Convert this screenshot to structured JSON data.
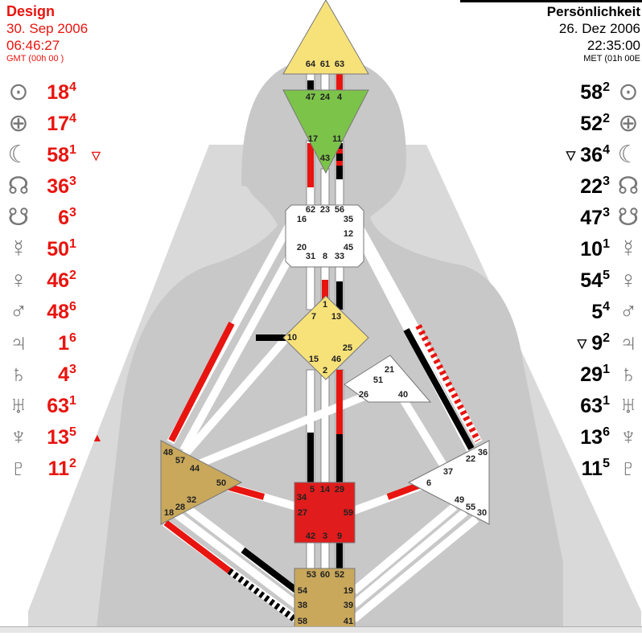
{
  "design": {
    "title": "Design",
    "date": "30. Sep 2006",
    "time": "06:46:27",
    "tz": "GMT (00h 00 )",
    "color": "#e8140f",
    "rows": [
      {
        "icon": "sun-icon",
        "glyph": "⊙",
        "gate": "18",
        "line": "4",
        "mark": ""
      },
      {
        "icon": "earth-icon",
        "glyph": "⊕",
        "gate": "17",
        "line": "4",
        "mark": ""
      },
      {
        "icon": "moon-icon",
        "glyph": "☾",
        "gate": "58",
        "line": "1",
        "mark": "▽"
      },
      {
        "icon": "north-node-icon",
        "glyph": "☊",
        "gate": "36",
        "line": "3",
        "mark": ""
      },
      {
        "icon": "south-node-icon",
        "glyph": "☋",
        "gate": "6",
        "line": "3",
        "mark": ""
      },
      {
        "icon": "mercury-icon",
        "glyph": "☿",
        "gate": "50",
        "line": "1",
        "mark": ""
      },
      {
        "icon": "venus-icon",
        "glyph": "♀",
        "gate": "46",
        "line": "2",
        "mark": ""
      },
      {
        "icon": "mars-icon",
        "glyph": "♂",
        "gate": "48",
        "line": "6",
        "mark": ""
      },
      {
        "icon": "jupiter-icon",
        "glyph": "♃",
        "gate": "1",
        "line": "6",
        "mark": ""
      },
      {
        "icon": "saturn-icon",
        "glyph": "♄",
        "gate": "4",
        "line": "3",
        "mark": ""
      },
      {
        "icon": "uranus-icon",
        "glyph": "♅",
        "gate": "63",
        "line": "1",
        "mark": ""
      },
      {
        "icon": "neptune-icon",
        "glyph": "♆",
        "gate": "13",
        "line": "5",
        "mark": "▲"
      },
      {
        "icon": "pluto-icon",
        "glyph": "♇",
        "gate": "11",
        "line": "2",
        "mark": ""
      }
    ]
  },
  "personality": {
    "title": "Persönlichkeit",
    "date": "26. Dez 2006",
    "time": "22:35:00",
    "tz": "MET (01h 00E",
    "color": "#000000",
    "rows": [
      {
        "icon": "sun-icon",
        "glyph": "⊙",
        "gate": "58",
        "line": "2",
        "mark": ""
      },
      {
        "icon": "earth-icon",
        "glyph": "⊕",
        "gate": "52",
        "line": "2",
        "mark": ""
      },
      {
        "icon": "moon-icon",
        "glyph": "☾",
        "gate": "36",
        "line": "4",
        "mark": "▽"
      },
      {
        "icon": "north-node-icon",
        "glyph": "☊",
        "gate": "22",
        "line": "3",
        "mark": ""
      },
      {
        "icon": "south-node-icon",
        "glyph": "☋",
        "gate": "47",
        "line": "3",
        "mark": ""
      },
      {
        "icon": "mercury-icon",
        "glyph": "☿",
        "gate": "10",
        "line": "1",
        "mark": ""
      },
      {
        "icon": "venus-icon",
        "glyph": "♀",
        "gate": "54",
        "line": "5",
        "mark": ""
      },
      {
        "icon": "mars-icon",
        "glyph": "♂",
        "gate": "5",
        "line": "4",
        "mark": ""
      },
      {
        "icon": "jupiter-icon",
        "glyph": "♃",
        "gate": "9",
        "line": "2",
        "mark": "▽"
      },
      {
        "icon": "saturn-icon",
        "glyph": "♄",
        "gate": "29",
        "line": "1",
        "mark": ""
      },
      {
        "icon": "uranus-icon",
        "glyph": "♅",
        "gate": "63",
        "line": "1",
        "mark": ""
      },
      {
        "icon": "neptune-icon",
        "glyph": "♆",
        "gate": "13",
        "line": "6",
        "mark": ""
      },
      {
        "icon": "pluto-icon",
        "glyph": "♇",
        "gate": "11",
        "line": "5",
        "mark": ""
      }
    ]
  },
  "colors": {
    "design_red": "#e8140f",
    "personality_black": "#000000",
    "head": "#f7e27a",
    "ajna": "#7cc34a",
    "g_center": "#f7e27a",
    "sacral": "#e01c1c",
    "root_spleen": "#c9a85c",
    "open_center": "#ffffff",
    "silhouette": "#cfcfcf"
  },
  "centers": {
    "head": {
      "name": "head-center",
      "gates": [
        "64",
        "61",
        "63"
      ],
      "fill": "#f7e27a"
    },
    "ajna": {
      "name": "ajna-center",
      "gates": [
        "47",
        "24",
        "4",
        "17",
        "11",
        "43"
      ],
      "fill": "#7cc34a"
    },
    "throat": {
      "name": "throat-center",
      "gates": [
        "62",
        "23",
        "56",
        "16",
        "35",
        "12",
        "20",
        "45",
        "31",
        "8",
        "33"
      ],
      "fill": "#ffffff"
    },
    "g": {
      "name": "g-center",
      "gates": [
        "1",
        "7",
        "13",
        "10",
        "25",
        "15",
        "2",
        "46"
      ],
      "fill": "#f7e27a"
    },
    "heart": {
      "name": "heart-center",
      "gates": [
        "21",
        "51",
        "26",
        "40"
      ],
      "fill": "#ffffff"
    },
    "spleen": {
      "name": "spleen-center",
      "gates": [
        "48",
        "57",
        "44",
        "50",
        "32",
        "28",
        "18"
      ],
      "fill": "#c9a85c"
    },
    "sacral": {
      "name": "sacral-center",
      "gates": [
        "5",
        "14",
        "29",
        "34",
        "27",
        "59",
        "42",
        "3",
        "9"
      ],
      "fill": "#e01c1c"
    },
    "solar_plexus": {
      "name": "solar-plexus-center",
      "gates": [
        "36",
        "22",
        "37",
        "6",
        "49",
        "55",
        "30"
      ],
      "fill": "#ffffff"
    },
    "root": {
      "name": "root-center",
      "gates": [
        "53",
        "60",
        "52",
        "54",
        "19",
        "38",
        "39",
        "58",
        "41"
      ],
      "fill": "#c9a85c"
    }
  }
}
